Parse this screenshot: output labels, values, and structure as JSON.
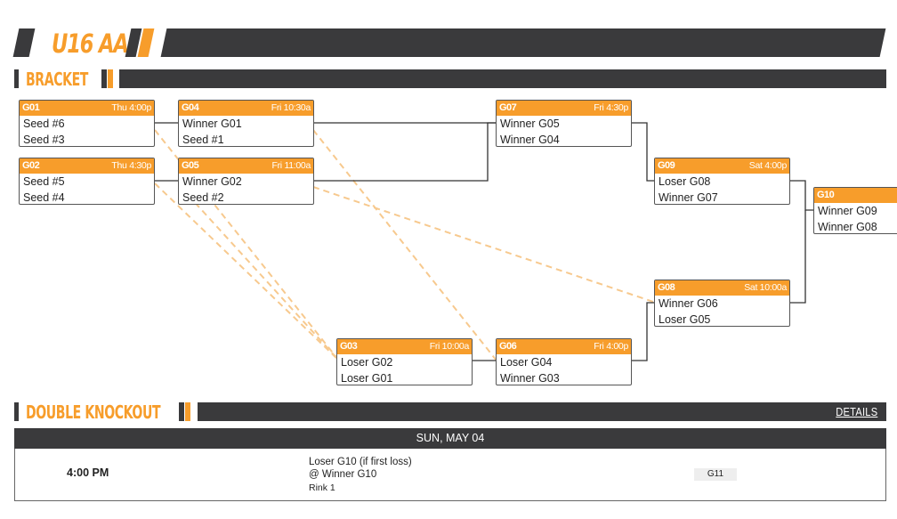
{
  "division": {
    "title": "U16 AA"
  },
  "sections": {
    "bracket": "BRACKET",
    "knockout": "DOUBLE KNOCKOUT",
    "details_link": "DETAILS"
  },
  "colors": {
    "accent": "#f79d2b",
    "dark": "#3a3a3c",
    "connector": "#f7c98e"
  },
  "games": {
    "g01": {
      "id": "G01",
      "time": "Thu 4:00p",
      "team1": "Seed #6",
      "team2": "Seed #3"
    },
    "g02": {
      "id": "G02",
      "time": "Thu 4:30p",
      "team1": "Seed #5",
      "team2": "Seed #4"
    },
    "g04": {
      "id": "G04",
      "time": "Fri 10:30a",
      "team1": "Winner G01",
      "team2": "Seed #1"
    },
    "g05": {
      "id": "G05",
      "time": "Fri 11:00a",
      "team1": "Winner G02",
      "team2": "Seed #2"
    },
    "g07": {
      "id": "G07",
      "time": "Fri 4:30p",
      "team1": "Winner G05",
      "team2": "Winner G04"
    },
    "g09": {
      "id": "G09",
      "time": "Sat 4:00p",
      "team1": "Loser G08",
      "team2": "Winner G07"
    },
    "g10": {
      "id": "G10",
      "time": "",
      "team1": "Winner G09",
      "team2": "Winner G08"
    },
    "g08": {
      "id": "G08",
      "time": "Sat 10:00a",
      "team1": "Winner G06",
      "team2": "Loser G05"
    },
    "g03": {
      "id": "G03",
      "time": "Fri 10:00a",
      "team1": "Loser G02",
      "team2": "Loser G01"
    },
    "g06": {
      "id": "G06",
      "time": "Fri 4:00p",
      "team1": "Loser G04",
      "team2": "Winner G03"
    }
  },
  "schedule": {
    "date": "SUN, MAY 04",
    "rows": [
      {
        "time": "4:00 PM",
        "team1": "Loser G10 (if first loss)",
        "team2": "@ Winner G10",
        "rink": "Rink 1",
        "game": "G11"
      }
    ]
  }
}
